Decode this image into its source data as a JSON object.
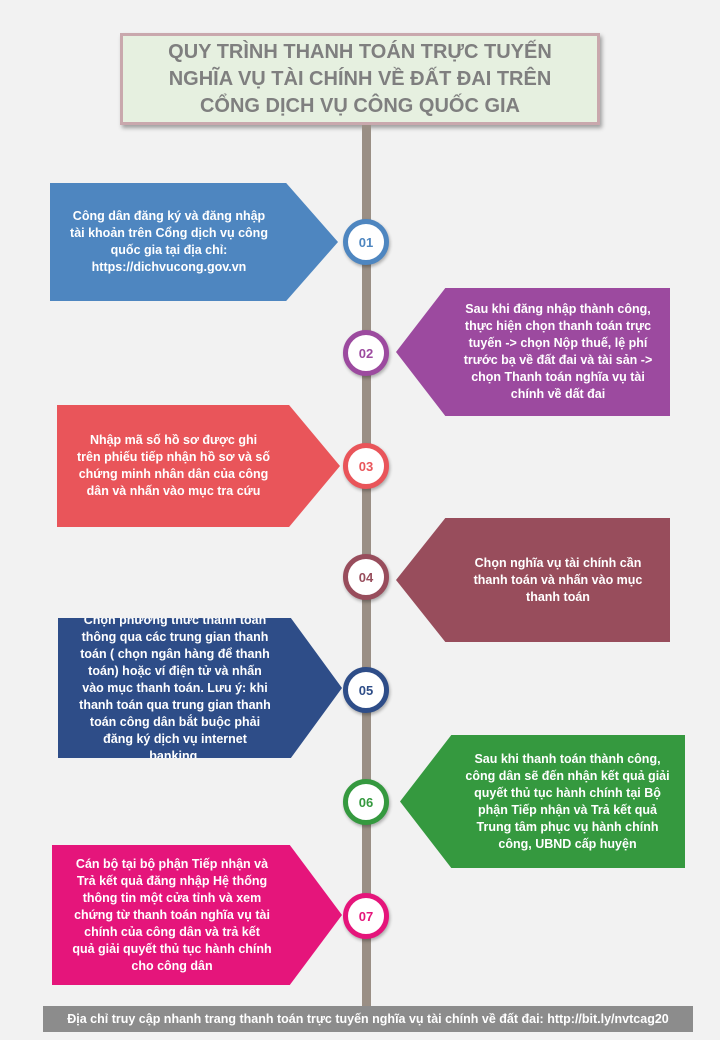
{
  "title": {
    "line1": "QUY TRÌNH THANH TOÁN TRỰC TUYẾN",
    "line2": "NGHĨA VỤ TÀI CHÍNH VỀ ĐẤT ĐAI TRÊN",
    "line3": "CỔNG DỊCH VỤ CÔNG QUỐC GIA"
  },
  "steps": [
    {
      "number": "01",
      "side": "left",
      "color": "#4e86c0",
      "text": "Công dân đăng ký và đăng nhập tài khoản trên Cổng dịch vụ công quốc gia tại địa chỉ: https://dichvucong.gov.vn"
    },
    {
      "number": "02",
      "side": "right",
      "color": "#9c4a9f",
      "text": "Sau khi đăng nhập thành công, thực hiện chọn thanh toán trực tuyến -> chọn Nộp thuế, lệ phí trước bạ về đất đai và tài sản -> chọn Thanh toán nghĩa vụ tài chính về dất đai"
    },
    {
      "number": "03",
      "side": "left",
      "color": "#e9555a",
      "text": "Nhập mã số hồ sơ được ghi trên phiếu tiếp nhận hồ sơ và số chứng minh nhân dân của công dân và nhấn vào mục tra cứu"
    },
    {
      "number": "04",
      "side": "right",
      "color": "#984d5c",
      "text": "Chọn nghĩa vụ tài chính cần thanh toán và nhấn vào mục thanh toán"
    },
    {
      "number": "05",
      "side": "left",
      "color": "#2e4d88",
      "text": "Chọn phương thức thanh toán thông qua các trung gian thanh toán ( chọn ngân hàng để thanh toán) hoặc ví điện tử và nhấn vào mục thanh toán. Lưu ý: khi thanh toán qua trung gian thanh toán công dân bắt buộc phải đăng ký dịch vụ internet banking."
    },
    {
      "number": "06",
      "side": "right",
      "color": "#35993f",
      "text": "Sau khi thanh toán thành công, công dân sẽ đến nhận kết quả giải quyết thủ tục hành chính tại Bộ phận Tiếp nhận và Trả kết quả Trung tâm phục vụ hành chính công, UBND cấp huyện"
    },
    {
      "number": "07",
      "side": "left",
      "color": "#e5157b",
      "text": "Cán bộ tại bộ phận Tiếp nhận và Trả kết quả đăng nhập Hệ thống thông tin một cửa tỉnh và xem chứng từ thanh toán nghĩa vụ tài chính của công dân và trả kết quả giải quyết thủ tục hành chính cho công dân"
    }
  ],
  "footer": "Địa chỉ truy cập nhanh trang thanh toán trực tuyến nghĩa vụ tài chính về đất đai: http://bit.ly/nvtcag20"
}
